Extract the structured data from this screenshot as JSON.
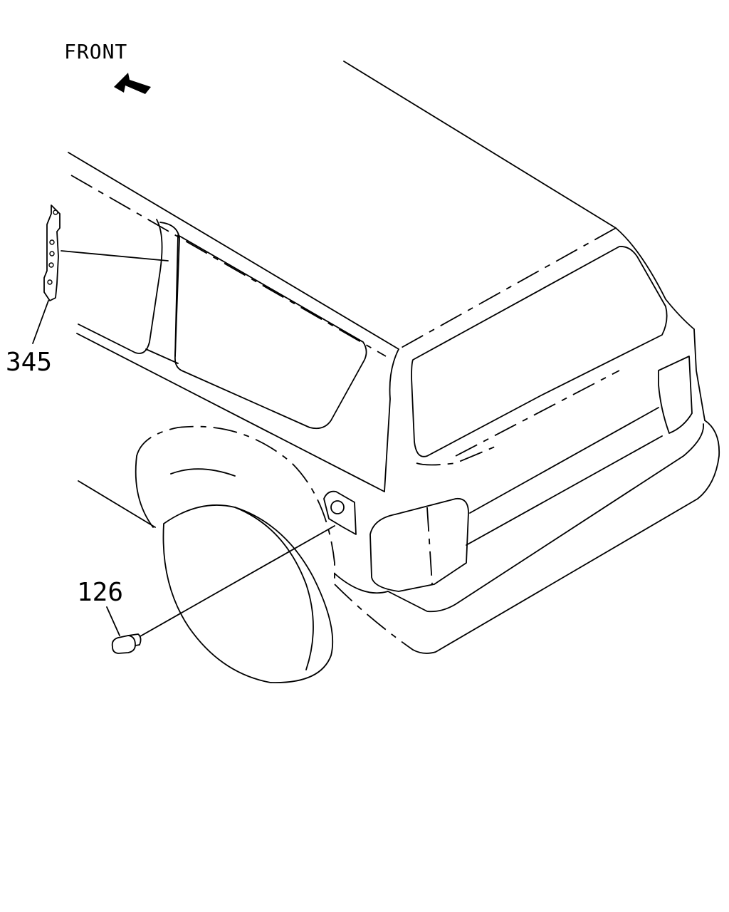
{
  "labels": {
    "front": "FRONT",
    "part_345": "345",
    "part_126": "126"
  },
  "parts": [
    {
      "number": "345",
      "icon": "bracket-icon"
    },
    {
      "number": "126",
      "icon": "bulb-socket-icon"
    }
  ],
  "colors": {
    "line": "#000000",
    "background": "#ffffff"
  }
}
